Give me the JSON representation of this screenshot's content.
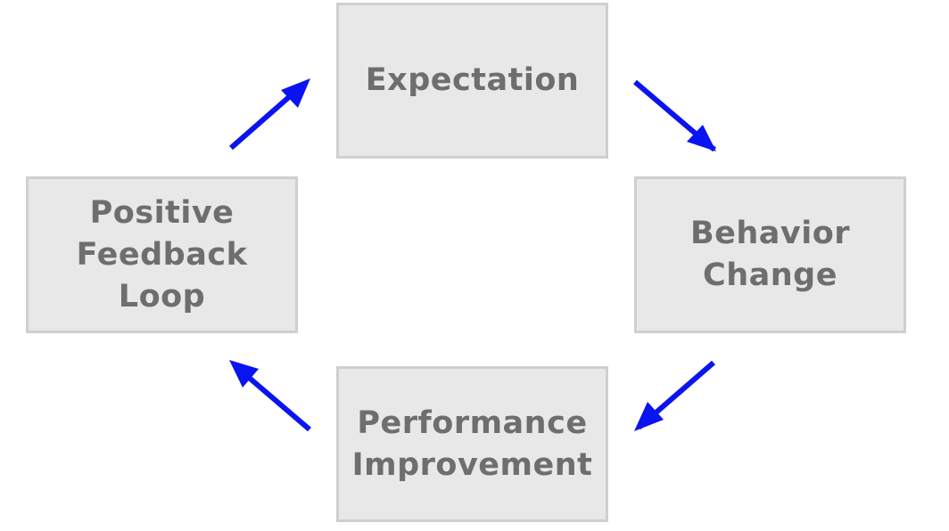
{
  "nodes": {
    "expectation": {
      "lines": [
        "Expectation"
      ]
    },
    "behavior_change": {
      "lines": [
        "Behavior",
        "Change"
      ]
    },
    "performance_improvement": {
      "lines": [
        "Performance",
        "Improvement"
      ]
    },
    "positive_feedback_loop": {
      "lines": [
        "Positive",
        "Feedback",
        "Loop"
      ]
    }
  },
  "colors": {
    "arrow": "#0a14f0",
    "node_fill": "#e8e8e8",
    "node_border": "#cfcfcf",
    "node_text": "#6e6e6e"
  }
}
